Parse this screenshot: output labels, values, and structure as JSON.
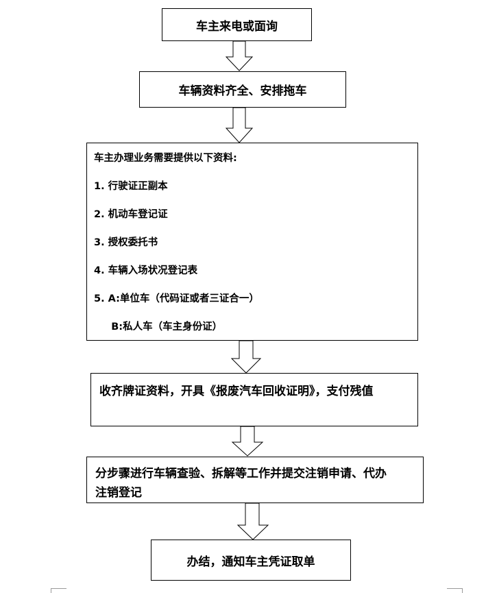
{
  "flowchart": {
    "step1": "车主来电或面询",
    "step2": "车辆资料齐全、安排拖车",
    "step3": {
      "heading": "车主办理业务需要提供以下资料:",
      "items": [
        "1.  行驶证正副本",
        "2.  机动车登记证",
        "3.  授权委托书",
        "4.  车辆入场状况登记表",
        "5.  A:单位车（代码证或者三证合一）",
        "     B:私人车（车主身份证）"
      ]
    },
    "step4": "收齐牌证资料，开具《报废汽车回收证明》，支付残值",
    "step5": {
      "lines": [
        "分步骤进行车辆查验、拆解等工作并提交注销申请、代办",
        "注销登记"
      ]
    },
    "step6": "办结，通知车主凭证取单"
  }
}
